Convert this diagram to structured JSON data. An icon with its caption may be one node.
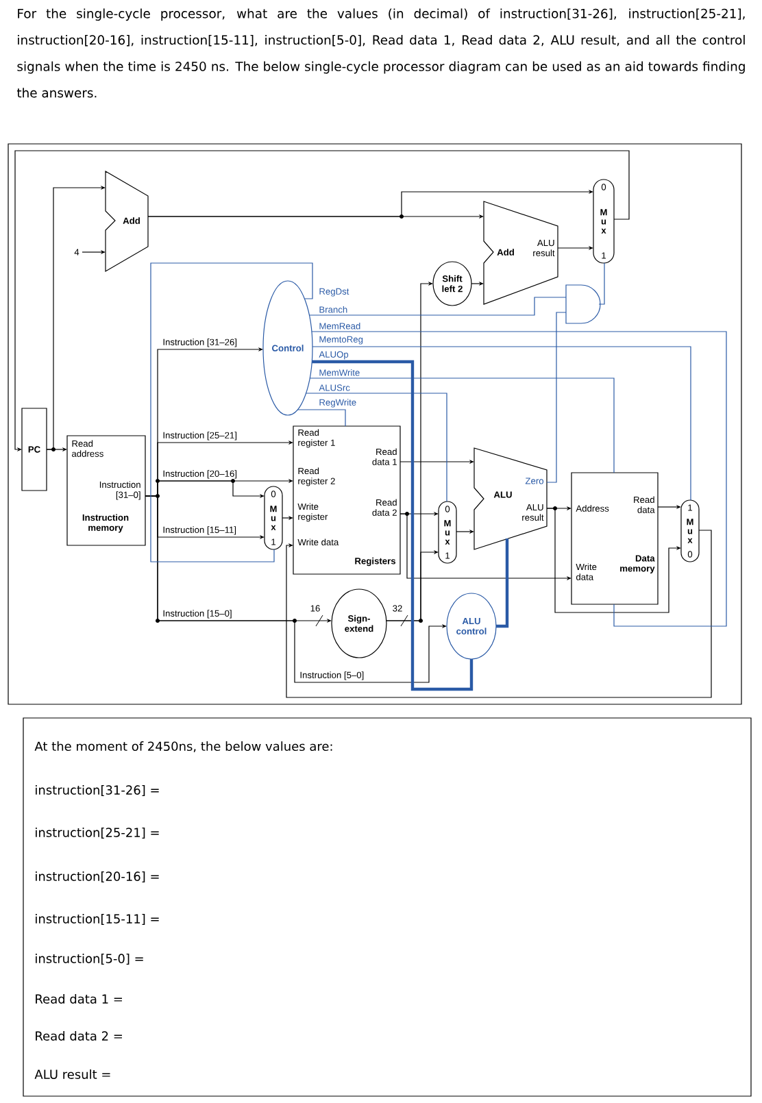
{
  "diagram": {
    "title": "For the single-cycle processor, what are the values (in decimal) of instruction[31-26], instruction[25-21], instruction[20-16], instruction[15-11], instruction[5-0], Read data 1, Read data 2, ALU result, and all the control signals when the time is 2450 ns. The below single-cycle processor diagram can be used as an aid towards finding the answers.",
    "nodes": [
      {
        "text": [
          "Add"
        ]
      },
      {
        "text": [
          "4"
        ]
      },
      {
        "text": [
          "Add",
          "ALU result"
        ]
      },
      {
        "text": [
          "Shift left 2"
        ]
      },
      {
        "text": [
          "0",
          "M u x",
          "1"
        ]
      },
      {
        "text": [],
        "shape": "gate"
      },
      {
        "text": [
          "Control"
        ]
      },
      {
        "text": [
          "PC"
        ]
      },
      {
        "text": [
          "Read address",
          "Instruction [31–0]",
          "Instruction memory"
        ]
      },
      {
        "text": [
          "Read register 1",
          "Read register 2",
          "Write register",
          "Write data",
          "Read data 1",
          "Read data 2",
          "Registers"
        ]
      },
      {
        "text": [
          "0",
          "M u x",
          "1"
        ]
      },
      {
        "text": [
          "Sign-extend"
        ]
      },
      {
        "text": [
          "0",
          "M u x",
          "1"
        ]
      },
      {
        "text": [
          "ALU",
          "Zero",
          "ALU result"
        ]
      },
      {
        "text": [
          "ALU control"
        ]
      },
      {
        "text": [
          "Address",
          "Read data",
          "Write data",
          "Data memory"
        ]
      },
      {
        "text": [
          "1",
          "M u x",
          "0"
        ]
      },
      {
        "text": [
          "At the moment of 2450ns, the below values are:",
          "instruction[31-26] =",
          "instruction[25-21] =",
          "instruction[20-16] =",
          "instruction[15-11] =",
          "instruction[5-0] =",
          "Read data 1 =",
          "Read data 2 =",
          "ALU result ="
        ]
      }
    ],
    "edges": [
      {
        "from": 1,
        "to": 0,
        "arrow": "to"
      },
      {
        "from": 7,
        "to": 8,
        "arrow": "to"
      },
      {
        "from": 7,
        "to": 0,
        "arrow": "to"
      },
      {
        "from": 0,
        "to": 4,
        "arrow": "to"
      },
      {
        "from": 0,
        "to": 2,
        "arrow": "to"
      },
      {
        "from": 3,
        "to": 2,
        "arrow": "to"
      },
      {
        "from": 2,
        "to": 4,
        "arrow": "to"
      },
      {
        "from": 4,
        "to": 7,
        "arrow": "to"
      },
      {
        "from": 5,
        "to": 4,
        "arrow": "none",
        "color": "#2a5aa6"
      },
      {
        "from": 8,
        "to": 6,
        "arrow": "to",
        "label": "Instruction [31–26]"
      },
      {
        "from": 8,
        "to": 9,
        "arrow": "to",
        "label": "Instruction [25–21]"
      },
      {
        "from": 8,
        "to": 9,
        "arrow": "to",
        "label": "Instruction [20–16]"
      },
      {
        "from": 8,
        "to": 10,
        "arrow": "to"
      },
      {
        "from": 8,
        "to": 10,
        "arrow": "to",
        "label": "Instruction [15–11]"
      },
      {
        "from": 8,
        "to": 11,
        "arrow": "to",
        "label": "Instruction [15–0]"
      },
      {
        "from": 8,
        "to": 14,
        "arrow": "to",
        "label": "Instruction [5–0]"
      },
      {
        "from": 10,
        "to": 9,
        "arrow": "to"
      },
      {
        "from": 9,
        "to": 13,
        "arrow": "to"
      },
      {
        "from": 9,
        "to": 12,
        "arrow": "to"
      },
      {
        "from": 9,
        "to": 15,
        "arrow": "to"
      },
      {
        "from": 11,
        "to": 12,
        "arrow": "to"
      },
      {
        "from": 11,
        "to": 3,
        "arrow": "to"
      },
      {
        "from": 12,
        "to": 13,
        "arrow": "to"
      },
      {
        "from": 13,
        "to": 15,
        "arrow": "to"
      },
      {
        "from": 13,
        "to": 16,
        "arrow": "to"
      },
      {
        "from": 15,
        "to": 16,
        "arrow": "to"
      },
      {
        "from": 16,
        "to": 9,
        "arrow": "to"
      },
      {
        "from": 13,
        "to": 5,
        "arrow": "none",
        "color": "#2a5aa6"
      },
      {
        "from": 14,
        "to": 13,
        "arrow": "none",
        "style": "thick",
        "color": "#2a5aa6"
      },
      {
        "from": 6,
        "to": 10,
        "arrow": "none",
        "label": "RegDst",
        "color": "#2a5aa6"
      },
      {
        "from": 6,
        "to": 5,
        "arrow": "none",
        "label": "Branch",
        "color": "#2a5aa6"
      },
      {
        "from": 6,
        "to": 15,
        "arrow": "none",
        "label": "MemRead",
        "color": "#2a5aa6"
      },
      {
        "from": 6,
        "to": 16,
        "arrow": "none",
        "label": "MemtoReg",
        "color": "#2a5aa6"
      },
      {
        "from": 6,
        "to": 14,
        "arrow": "none",
        "label": "ALUOp",
        "style": "thick",
        "color": "#2a5aa6"
      },
      {
        "from": 6,
        "to": 15,
        "arrow": "none",
        "label": "MemWrite",
        "color": "#2a5aa6"
      },
      {
        "from": 6,
        "to": 12,
        "arrow": "none",
        "label": "ALUSrc",
        "color": "#2a5aa6"
      },
      {
        "from": 6,
        "to": 9,
        "arrow": "none",
        "label": "RegWrite",
        "color": "#2a5aa6"
      }
    ],
    "labels": [
      "16",
      "32"
    ]
  }
}
